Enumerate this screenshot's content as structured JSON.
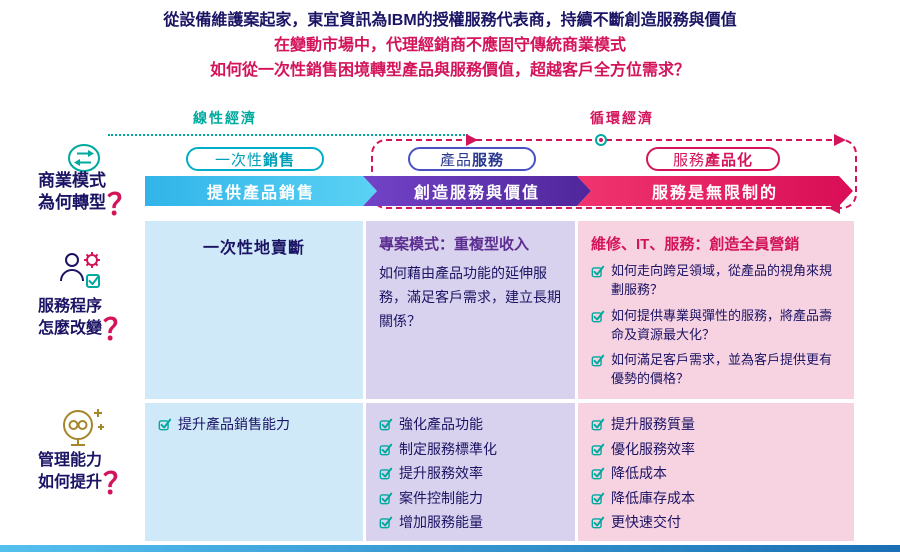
{
  "header": {
    "line1": "從設備維護案起家，東宜資訊為IBM的授權服務代表商，持續不斷創造服務與價值",
    "line2": "在變動市場中，代理經銷商不應固守傳統商業模式",
    "line3": "如何從一次性銷售困境轉型產品與服務價值，超越客戶全方位需求？"
  },
  "timeline": {
    "linear_label": "線性經濟",
    "circular_label": "循環經濟"
  },
  "pills": {
    "pill1": {
      "part1": "一次性",
      "part2": "銷售"
    },
    "pill2": {
      "part1": "產品",
      "part2": "服務"
    },
    "pill3": {
      "part1": "服務",
      "part2": "產品化"
    }
  },
  "arrows": {
    "arrow1": "提供產品銷售",
    "arrow2": "創造服務與價值",
    "arrow3": "服務是無限制的"
  },
  "side_labels": {
    "row1": {
      "line1": "商業模式",
      "line2": "為何轉型",
      "qmark": "？"
    },
    "row2": {
      "line1": "服務程序",
      "line2": "怎麼改變",
      "qmark": "？"
    },
    "row3": {
      "line1": "管理能力",
      "line2": "如何提升",
      "qmark": "？"
    }
  },
  "icons": {
    "row1": "exchange-arrows-icon",
    "row2": "person-gear-icon",
    "row3": "head-infinity-icon",
    "check": "check-icon"
  },
  "columns": {
    "col1": {
      "row1_title": "一次性地賣斷",
      "row2_items": [
        "提升產品銷售能力"
      ]
    },
    "col2": {
      "row1_title": "專案模式：重複型收入",
      "row1_body": "如何藉由產品功能的延伸服務，滿足客戶需求，建立長期關係？",
      "row2_items": [
        "強化產品功能",
        "制定服務標準化",
        "提升服務效率",
        "案件控制能力",
        "增加服務能量"
      ]
    },
    "col3": {
      "row1_title": "維修、IT、服務：創造全員營銷",
      "row1_items": [
        "如何走向跨足領域，從產品的視角來規劃服務？",
        "如何提供專業與彈性的服務，將產品壽命及資源最大化？",
        "如何滿足客戶需求，並為客戶提供更有優勢的價格？"
      ],
      "row2_items": [
        "提升服務質量",
        "優化服務效率",
        "降低成本",
        "降低庫存成本",
        "更快速交付"
      ]
    }
  },
  "colors": {
    "navy": "#1b1464",
    "crimson": "#d4145a",
    "teal": "#00a99d",
    "purple": "#5c2e91",
    "cyan_arrow": "#31b4e9",
    "purple_arrow": "#5f35b4",
    "pink_arrow": "#e0115f",
    "col1_bg": "#cfe9f8",
    "col2_bg": "#d8d2ee",
    "col3_bg": "#f7d2e1"
  }
}
